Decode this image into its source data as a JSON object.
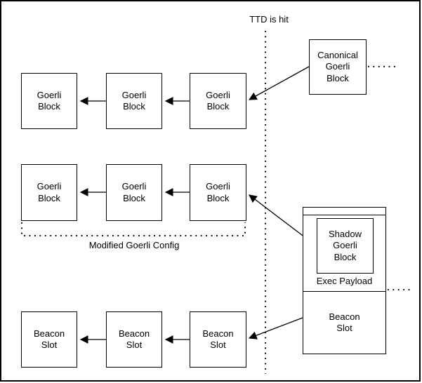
{
  "ttd": {
    "label": "TTD is hit"
  },
  "canonical_block": {
    "label": "Canonical\nGoerli\nBlock"
  },
  "goerli_chain_top": {
    "blocks": [
      "Goerli\nBlock",
      "Goerli\nBlock",
      "Goerli\nBlock"
    ]
  },
  "goerli_chain_modified": {
    "blocks": [
      "Goerli\nBlock",
      "Goerli\nBlock",
      "Goerli\nBlock"
    ],
    "caption": "Modified Goerli Config"
  },
  "beacon_chain": {
    "slots": [
      "Beacon\nSlot",
      "Beacon\nSlot",
      "Beacon\nSlot"
    ]
  },
  "beacon_container": {
    "shadow_block_label": "Shadow\nGoerli\nBlock",
    "exec_payload_label": "Exec Payload",
    "beacon_slot_label": "Beacon\nSlot"
  },
  "colors": {
    "stroke": "#000000",
    "background": "#ffffff"
  }
}
